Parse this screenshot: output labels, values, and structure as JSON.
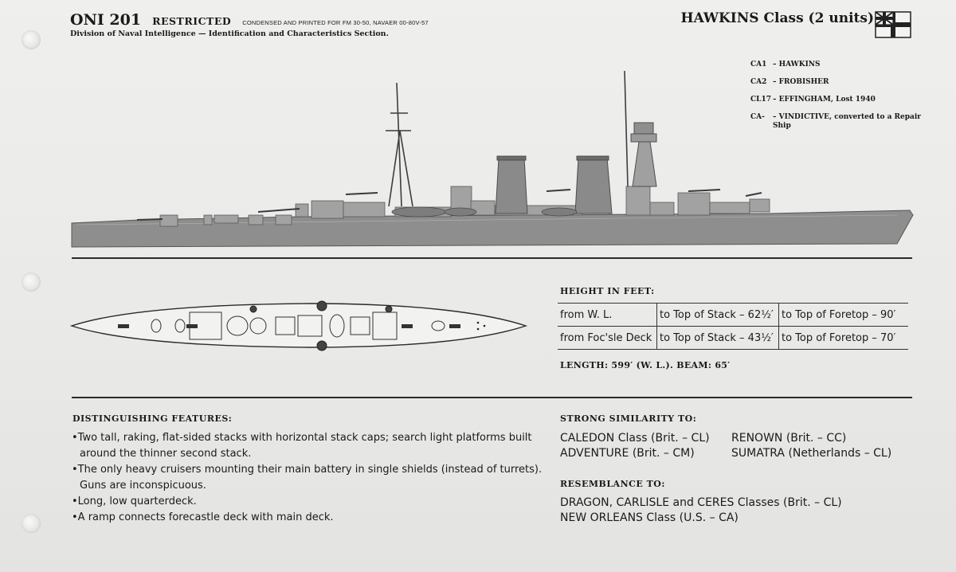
{
  "header": {
    "doc_id": "ONI 201",
    "restricted": "RESTRICTED",
    "printed_for": "CONDENSED AND PRINTED FOR FM 30-50, NAVAER 00-80V-57",
    "division": "Division of Naval Intelligence — Identification and Characteristics Section.",
    "class_title": "HAWKINS Class (2 units)"
  },
  "ships": [
    {
      "code": "CA1",
      "name": "– HAWKINS"
    },
    {
      "code": "CA2",
      "name": "– FROBISHER"
    },
    {
      "code": "CL17",
      "name": "– EFFINGHAM, Lost 1940"
    },
    {
      "code": "CA-",
      "name": "– VINDICTIVE, converted to a Repair Ship"
    }
  ],
  "height": {
    "title": "HEIGHT IN FEET:",
    "rows": [
      {
        "ref": "from W. L.",
        "stack": "to Top of Stack – 62½′",
        "foretop": "to Top of Foretop – 90′"
      },
      {
        "ref": "from Foc'sle Deck",
        "stack": "to Top of Stack – 43½′",
        "foretop": "to Top of Foretop – 70′"
      }
    ]
  },
  "length_beam": "LENGTH: 599′ (W. L.).   BEAM: 65′",
  "features": {
    "title": "DISTINGUISHING FEATURES:",
    "items": [
      "•Two tall, raking, flat-sided stacks with horizontal stack caps; search light platforms built around the thinner second stack.",
      "•The only heavy cruisers mounting their main battery in single shields (instead of turrets). Guns are inconspicuous.",
      "•Long, low quarterdeck.",
      "•A ramp connects forecastle deck with main deck."
    ]
  },
  "similarity": {
    "title": "STRONG SIMILARITY TO:",
    "col1": [
      "CALEDON Class (Brit. – CL)",
      "ADVENTURE (Brit. – CM)"
    ],
    "col2": [
      "RENOWN (Brit. – CC)",
      "SUMATRA (Netherlands – CL)"
    ]
  },
  "resemblance": {
    "title": "RESEMBLANCE TO:",
    "lines": [
      "DRAGON, CARLISLE and CERES Classes (Brit. – CL)",
      "NEW ORLEANS Class (U.S. – CA)"
    ]
  },
  "colors": {
    "paper": "#ececea",
    "ink": "#1a1a1a",
    "hull": "#8e8e8e",
    "superstructure": "#a2a2a2"
  },
  "icons": [
    "white-ensign-flag-icon",
    "punch-hole"
  ]
}
